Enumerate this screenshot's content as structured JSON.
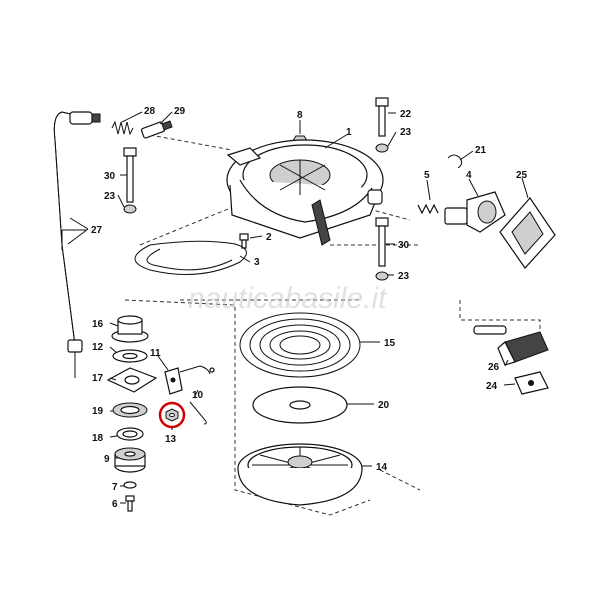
{
  "diagram": {
    "watermark": "nauticabasile.it",
    "highlight_color": "#d40000",
    "highlighted_part": "13",
    "callouts": {
      "c1": "1",
      "c2": "2",
      "c3": "3",
      "c4": "4",
      "c5": "5",
      "c6": "6",
      "c7": "7",
      "c8": "8",
      "c9": "9",
      "c10": "10",
      "c11": "11",
      "c12": "12",
      "c13": "13",
      "c14": "14",
      "c15": "15",
      "c16": "16",
      "c17": "17",
      "c18": "18",
      "c19": "19",
      "c20": "20",
      "c21": "21",
      "c22": "22",
      "c23a": "23",
      "c23b": "23",
      "c23c": "23",
      "c24": "24",
      "c25": "25",
      "c26": "26",
      "c27": "27",
      "c28": "28",
      "c29": "29",
      "c30a": "30",
      "c30b": "30"
    }
  }
}
